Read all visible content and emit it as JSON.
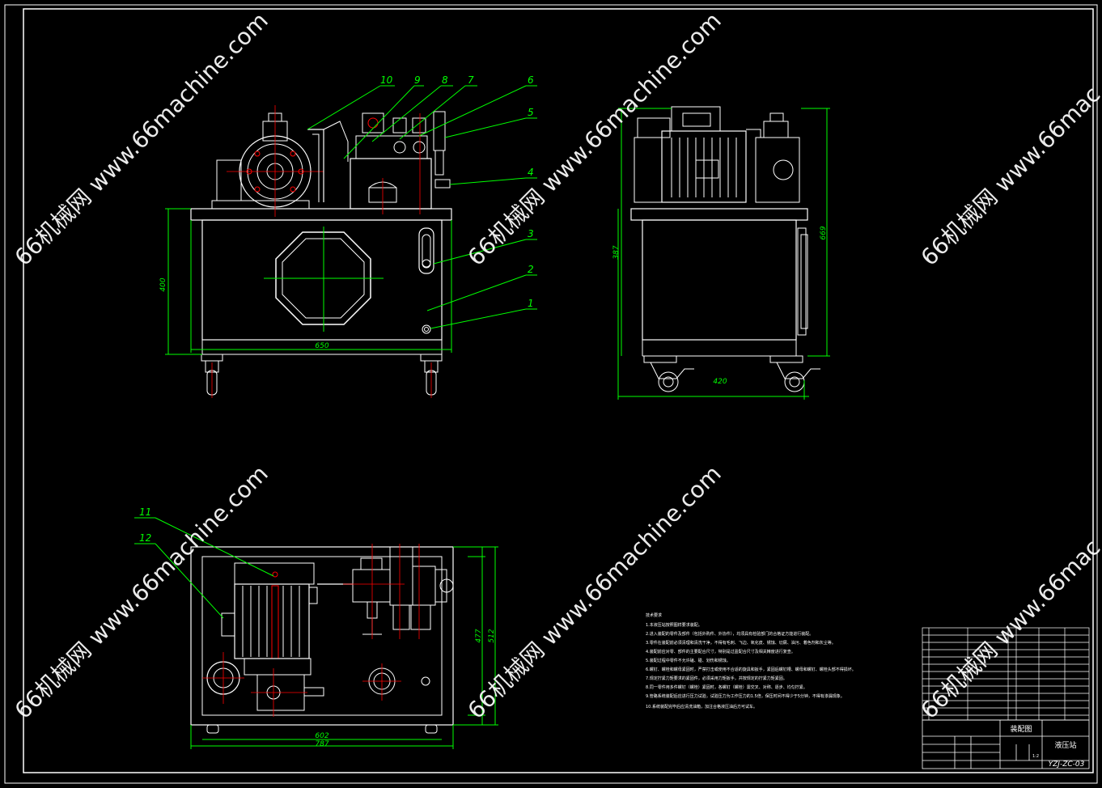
{
  "views": {
    "front": {
      "dimensions": {
        "height": "400",
        "width": "650"
      },
      "callouts": [
        "10",
        "9",
        "8",
        "7",
        "6",
        "5",
        "4",
        "3",
        "2",
        "1"
      ]
    },
    "side": {
      "dimensions": {
        "height_body": "387",
        "height_total": "669",
        "depth": "420"
      }
    },
    "top": {
      "dimensions": {
        "inner_width": "602",
        "outer_width": "787",
        "depth_inner": "477",
        "depth_outer": "512"
      },
      "callouts": [
        "11",
        "12"
      ]
    }
  },
  "watermark": {
    "text": "66机械网 www.66machine.com",
    "partial_text": "66机械网 www.66mac"
  },
  "notes": {
    "title": "技术要求",
    "lines": [
      "1.本液压站按照图样要求装配。",
      "2.进入装配的零件及部件（包括外购件、外协件），均须具有检验部门的合格证方能进行装配。",
      "3.零件在装配前必须清理和清洗干净，不得有毛刺、飞边、氧化皮、锈蚀、切屑、油污、着色剂和灰尘等。",
      "4.装配前应对零、部件的主要配合尺寸，特别是过盈配合尺寸及相关精度进行复查。",
      "5.装配过程中零件不允许磕、碰、划伤和锈蚀。",
      "6.螺钉、螺栓和螺母紧固时，严禁打击或使用不合适的旋具和扳手，紧固后螺钉槽、螺母和螺钉、螺栓头部不得损坏。",
      "7.规定拧紧力矩要求的紧固件，必须采用力矩扳手，并按规定的拧紧力矩紧固。",
      "8.同一零件用多件螺钉（螺栓）紧固时，各螺钉（螺栓）需交叉、对称、逐步、均匀拧紧。",
      "9.管路系统装配后应进行压力试验，试验压力为工作压力的1.5倍，保压时间不得少于5分钟，不得有渗漏现象。",
      "10.系统装配完毕后应清洗油箱，加注合格液压油后方可试车。"
    ]
  },
  "title_block": {
    "drawing_name": "装配图",
    "product_name": "液压站",
    "drawing_code": "YZJ-ZC-03",
    "scale": "1:2"
  }
}
